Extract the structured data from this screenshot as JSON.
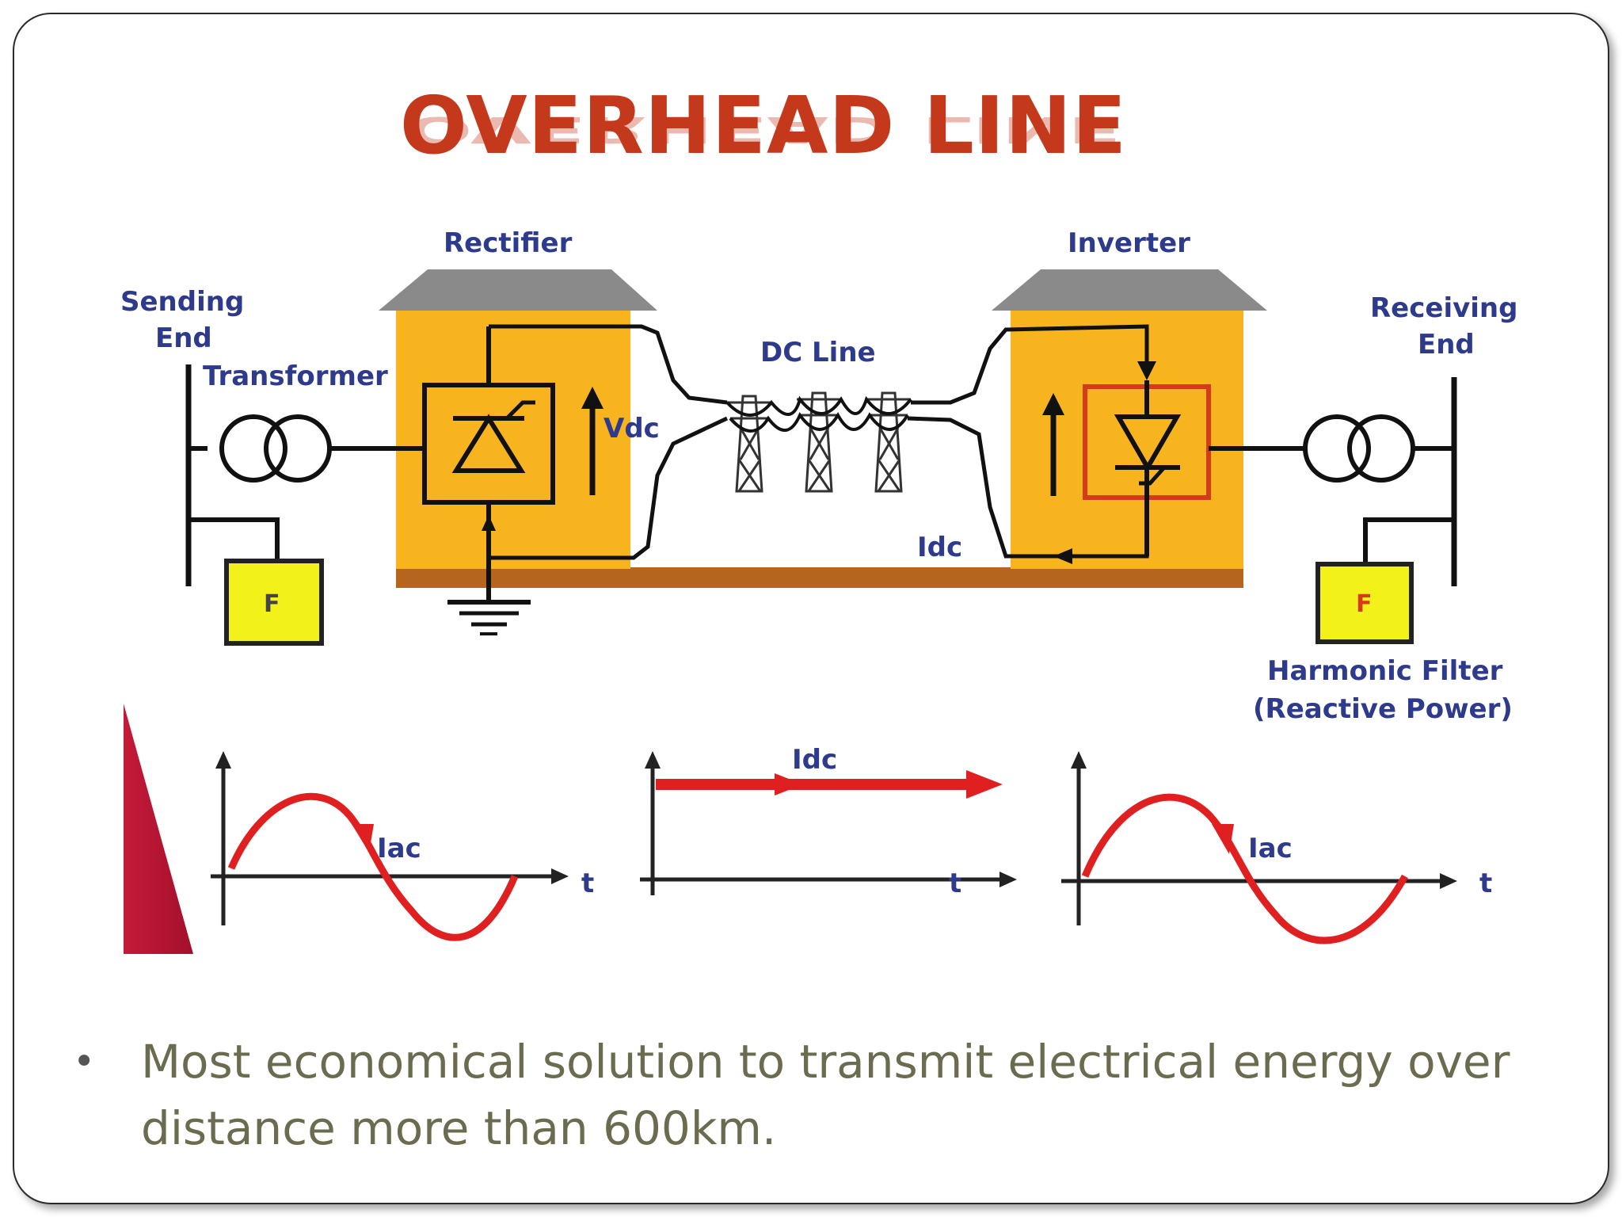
{
  "slide": {
    "title": "OVERHEAD LINE",
    "bullet": "Most economical solution to transmit  electrical energy over distance more than 600km."
  },
  "diagram": {
    "rectifier": "Rectifier",
    "inverter": "Inverter",
    "sending_end_1": "Sending",
    "sending_end_2": "End",
    "transformer": "Transformer",
    "dc_line": "DC Line",
    "receiving_end_1": "Receiving",
    "receiving_end_2": "End",
    "vdc": "Vdc",
    "idc": "Idc",
    "filter": "F",
    "harmonic_1": "Harmonic Filter",
    "harmonic_2": "(Reactive Power)"
  },
  "waveforms": {
    "left_current": "Iac",
    "middle_current": "Idc",
    "right_current": "Iac",
    "time_axis": "t"
  },
  "colors": {
    "title": "#c4381c",
    "building": "#f7b41f",
    "roof": "#8a8a8a",
    "label": "#2e3a8c",
    "wave": "#e02020",
    "filter_box": "#f2f21a"
  }
}
